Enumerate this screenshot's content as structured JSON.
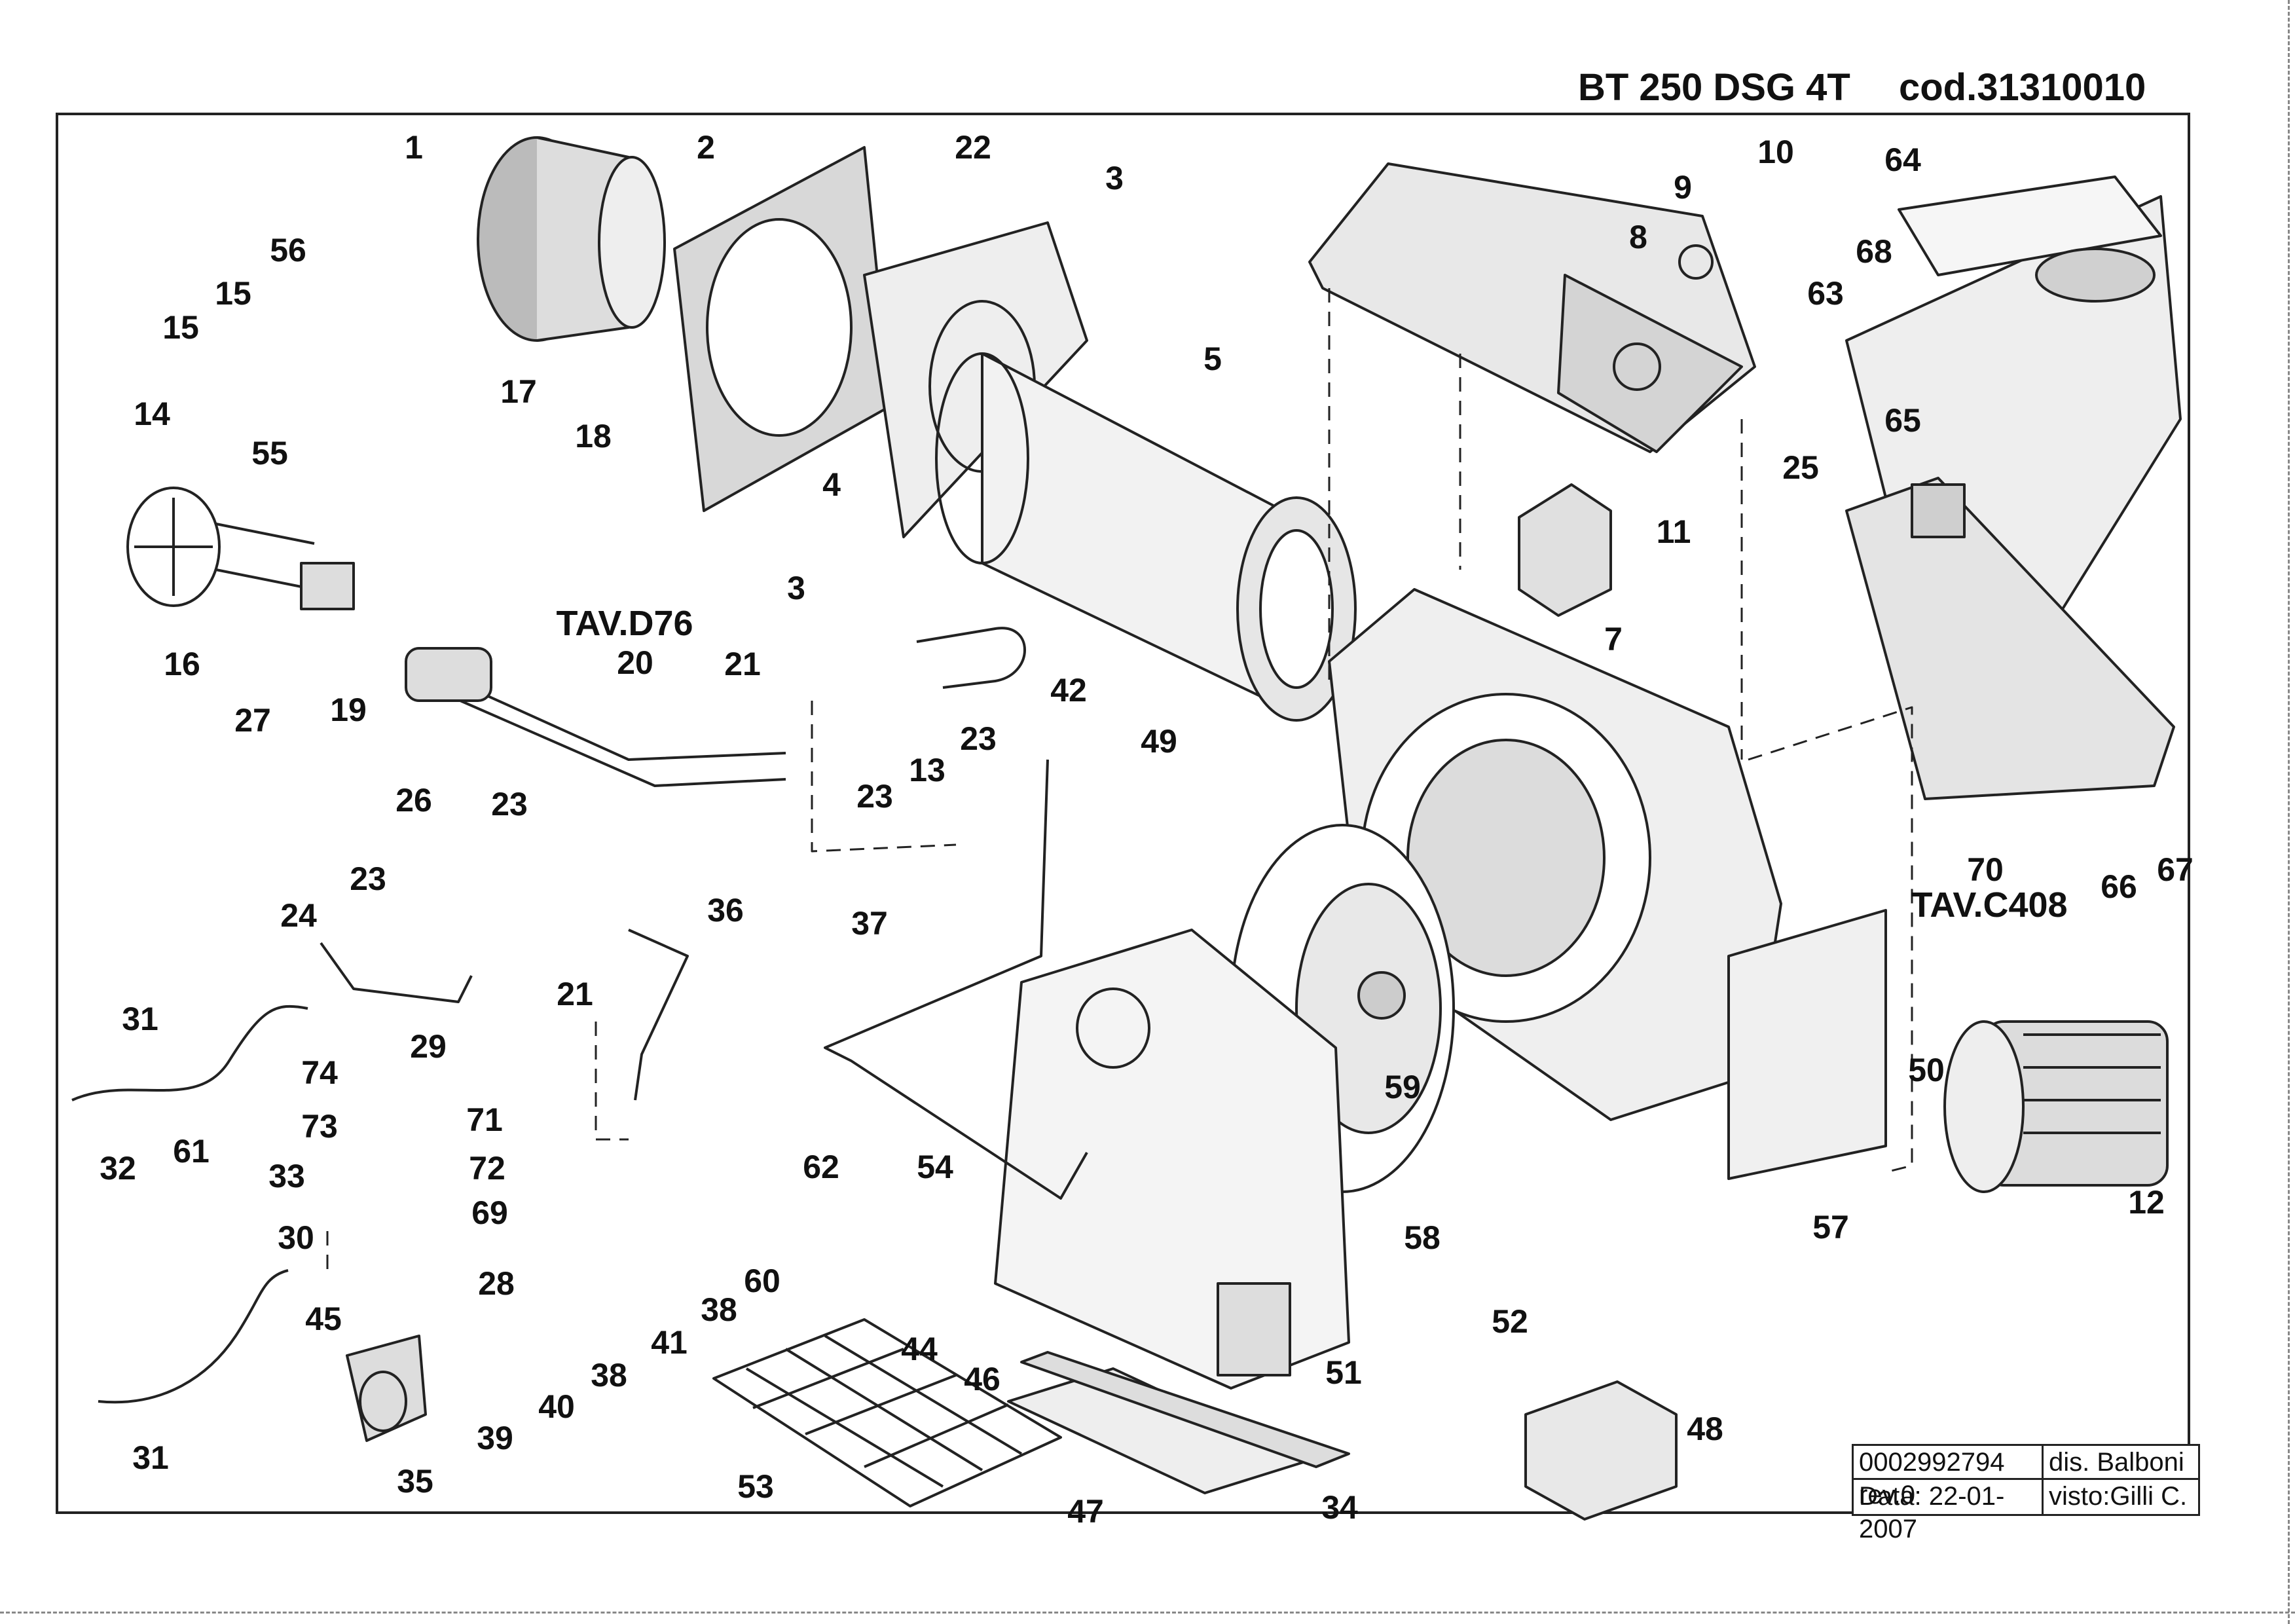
{
  "header": {
    "model": "BT 250 DSG 4T",
    "code": "cod.31310010"
  },
  "title_block": {
    "drawing_number": "0002992794 rev.0",
    "drawn_by": "dis. Balboni",
    "date": "Data: 22-01-2007",
    "checked_by": "visto:Gilli C."
  },
  "references": {
    "electrode_table": "TAV.D76",
    "panel_table": "TAV.C408"
  },
  "callouts": [
    "1",
    "2",
    "22",
    "3",
    "5",
    "8",
    "9",
    "10",
    "64",
    "68",
    "63",
    "56",
    "15",
    "15",
    "17",
    "18",
    "14",
    "55",
    "16",
    "27",
    "19",
    "25",
    "65",
    "11",
    "7",
    "21",
    "20",
    "42",
    "23",
    "49",
    "13",
    "23",
    "26",
    "23",
    "23",
    "24",
    "21",
    "36",
    "37",
    "70",
    "66",
    "67",
    "31",
    "29",
    "74",
    "73",
    "71",
    "33",
    "72",
    "32",
    "61",
    "30",
    "69",
    "62",
    "54",
    "28",
    "45",
    "60",
    "38",
    "59",
    "50",
    "12",
    "58",
    "57",
    "44",
    "41",
    "38",
    "35",
    "39",
    "40",
    "46",
    "52",
    "51",
    "53",
    "47",
    "34",
    "48",
    "31",
    "3"
  ],
  "colors": {
    "ink": "#111111",
    "frame": "#222222",
    "paper": "#ffffff"
  }
}
